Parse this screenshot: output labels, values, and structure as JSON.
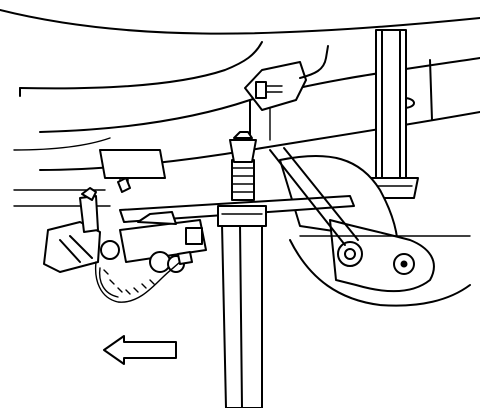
{
  "figure": {
    "type": "technical-line-illustration",
    "icons": [
      "frame-rail",
      "rear-suspension",
      "floor-jack",
      "jack-stand",
      "safety-chain",
      "direction-arrow"
    ],
    "colors": {
      "line": "#000000",
      "background": "#ffffff"
    }
  },
  "direction_arrow": {
    "icon": "left-arrow",
    "direction": "left"
  }
}
